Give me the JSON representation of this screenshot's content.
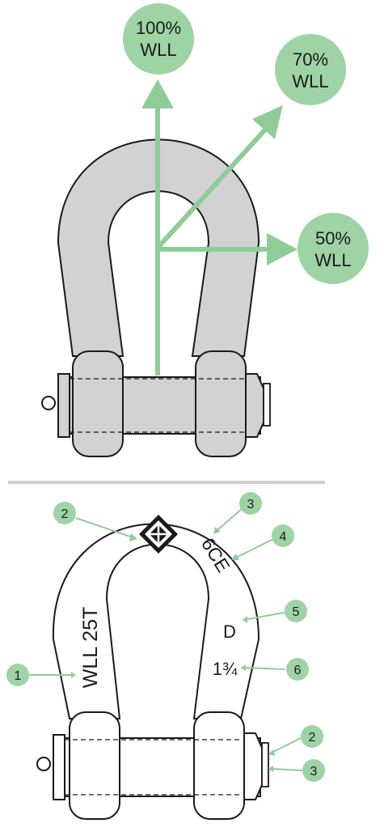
{
  "top": {
    "arrows": [
      {
        "line1": "100%",
        "line2": "WLL"
      },
      {
        "line1": "70%",
        "line2": "WLL"
      },
      {
        "line1": "50%",
        "line2": "WLL"
      }
    ]
  },
  "bottom": {
    "markings": {
      "wll": "WLL 25T",
      "code": "6CE",
      "grade": "D",
      "size": "1¾"
    },
    "callouts": [
      "1",
      "2",
      "3",
      "4",
      "5",
      "6",
      "2",
      "3"
    ]
  },
  "colors": {
    "green_fill": "#9ed3a5",
    "green_line": "#8fcc98",
    "shackle_gray": "#d2d2d2",
    "outline": "#1a1a1a",
    "divider": "#cfcfcf"
  }
}
